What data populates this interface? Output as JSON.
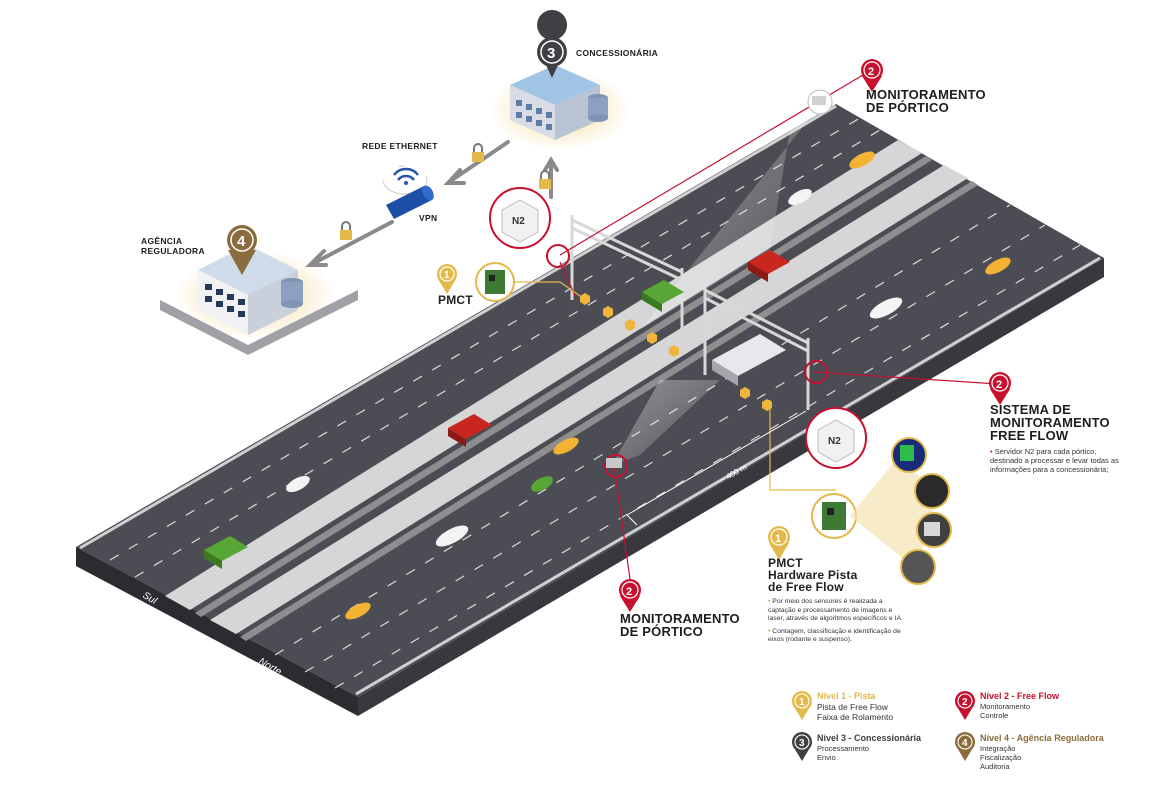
{
  "labels": {
    "concessionaria": "CONCESSIONÁRIA",
    "rede_ethernet": "REDE ETHERNET",
    "vpn": "VPN",
    "agencia_line1": "AGÊNCIA",
    "agencia_line2": "REGULADORA",
    "pmct": "PMCT",
    "n2": "N2",
    "distance": "~ 400 m",
    "sul": "Sul",
    "norte": "Norte"
  },
  "monitoramento_top": {
    "line1": "MONITORAMENTO",
    "line2": "DE PÓRTICO"
  },
  "monitoramento_bottom": {
    "line1": "MONITORAMENTO",
    "line2": "DE PÓRTICO"
  },
  "sistema": {
    "line1": "SISTEMA DE",
    "line2": "MONITORAMENTO",
    "line3": "FREE FLOW",
    "desc": "Servidor N2 para cada pórtico, destinado a processar e levar todas as informações para a concessionária;"
  },
  "pmct_hw": {
    "line1": "PMCT",
    "line2": "Hardware Pista",
    "line3": "de Free Flow",
    "bullet1": "Por meio dos sensores é realizada a captação e processamento de imagens e laser, através de algoritmos específicos e IA.",
    "bullet2": "Contagem, classificação e identificação de eixos (rodante e suspenso)."
  },
  "pins": {
    "n1": "1",
    "n2": "2",
    "n3": "3",
    "n4": "4"
  },
  "legend": {
    "l1": {
      "num": "1",
      "title": "Nível 1 - Pista",
      "lines": [
        "Pista de Free Flow",
        "Faixa de Rolamento"
      ]
    },
    "l2": {
      "num": "2",
      "title": "Nível 2 - Free Flow",
      "lines": [
        "Monitoramento",
        "Controle"
      ]
    },
    "l3": {
      "num": "3",
      "title": "Nível 3 - Concessionária",
      "lines": [
        "Processamento",
        "Envio"
      ]
    },
    "l4": {
      "num": "4",
      "title": "Nível 4 - Agência Reguladora",
      "lines": [
        "Integração",
        "Fiscalização",
        "Auditoria"
      ]
    }
  },
  "colors": {
    "level1": "#e2b94a",
    "level2": "#c8102e",
    "level3": "#3f4044",
    "level4": "#8b6c3e",
    "road": "#4a4a52",
    "road_side": "#2c2c30"
  }
}
